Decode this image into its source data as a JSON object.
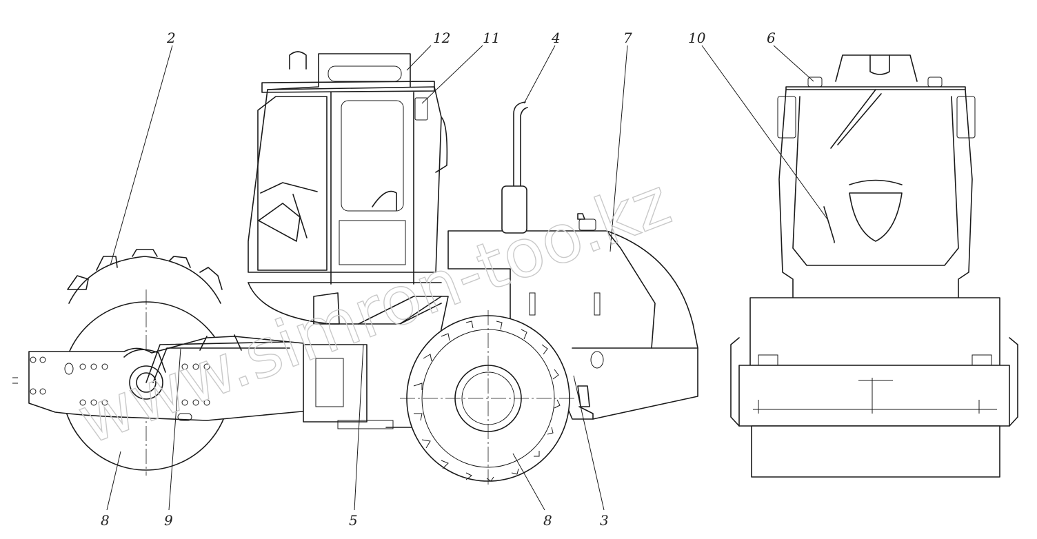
{
  "watermark": "www.simron-too.kz",
  "callouts": [
    {
      "id": "c2",
      "label": "2"
    },
    {
      "id": "c12",
      "label": "12"
    },
    {
      "id": "c11",
      "label": "11"
    },
    {
      "id": "c4",
      "label": "4"
    },
    {
      "id": "c7",
      "label": "7"
    },
    {
      "id": "c10",
      "label": "10"
    },
    {
      "id": "c6",
      "label": "6"
    },
    {
      "id": "c8a",
      "label": "8"
    },
    {
      "id": "c9",
      "label": "9"
    },
    {
      "id": "c5",
      "label": "5"
    },
    {
      "id": "c8b",
      "label": "8"
    },
    {
      "id": "c3",
      "label": "3"
    }
  ]
}
